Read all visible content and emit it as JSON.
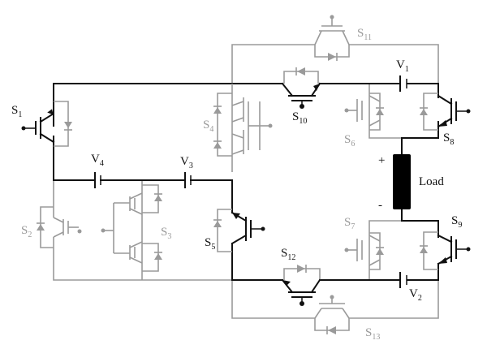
{
  "diagram": {
    "labels": {
      "S1": {
        "main": "S",
        "sub": "1",
        "color": "#111111"
      },
      "S2": {
        "main": "S",
        "sub": "2",
        "color": "#9a9a9a"
      },
      "S3": {
        "main": "S",
        "sub": "3",
        "color": "#9a9a9a"
      },
      "S4": {
        "main": "S",
        "sub": "4",
        "color": "#9a9a9a"
      },
      "S5": {
        "main": "S",
        "sub": "5",
        "color": "#111111"
      },
      "S6": {
        "main": "S",
        "sub": "6",
        "color": "#9a9a9a"
      },
      "S7": {
        "main": "S",
        "sub": "7",
        "color": "#9a9a9a"
      },
      "S8": {
        "main": "S",
        "sub": "8",
        "color": "#111111"
      },
      "S9": {
        "main": "S",
        "sub": "9",
        "color": "#111111"
      },
      "S10": {
        "main": "S",
        "sub": "10",
        "color": "#111111"
      },
      "S11": {
        "main": "S",
        "sub": "11",
        "color": "#9a9a9a"
      },
      "S12": {
        "main": "S",
        "sub": "12",
        "color": "#111111"
      },
      "S13": {
        "main": "S",
        "sub": "13",
        "color": "#9a9a9a"
      },
      "V1": {
        "main": "V",
        "sub": "1"
      },
      "V2": {
        "main": "V",
        "sub": "2"
      },
      "V3": {
        "main": "V",
        "sub": "3"
      },
      "V4": {
        "main": "V",
        "sub": "4"
      }
    },
    "load": {
      "label": "Load",
      "plus": "+",
      "minus": "-"
    },
    "colors": {
      "active": "#111111",
      "inactive": "#9a9a9a",
      "load_fill": "#000000"
    }
  }
}
